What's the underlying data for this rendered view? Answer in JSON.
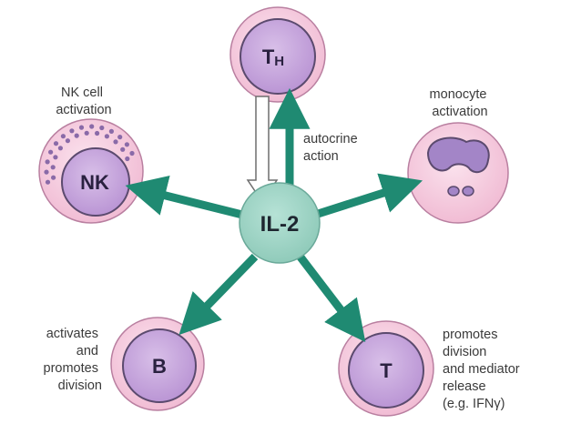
{
  "diagram": {
    "center": {
      "label": "IL-2",
      "color": "#9fd3c4"
    },
    "arrow_color": "#1f8a72",
    "cells": {
      "th": {
        "label": "TH",
        "label_main": "T",
        "label_sub": "H"
      },
      "nk": {
        "label": "NK"
      },
      "monocyte": {
        "label": ""
      },
      "b": {
        "label": "B"
      },
      "t": {
        "label": "T"
      }
    },
    "captions": {
      "nk": [
        "NK cell",
        "activation"
      ],
      "monocyte": [
        "monocyte",
        "activation"
      ],
      "autocrine": [
        "autocrine",
        "action"
      ],
      "b": [
        "activates",
        "and",
        "promotes",
        "division"
      ],
      "t": [
        "promotes",
        "division",
        "and mediator",
        "release",
        "(e.g. IFNγ)"
      ]
    },
    "colors": {
      "cell_outer": "#f4c9dd",
      "cell_inner": "#c9a6dc",
      "nucleus_outline": "#5b4a6e",
      "granule": "#8a6aa8",
      "monocyte_nucleus": "#9a7fbe"
    }
  }
}
